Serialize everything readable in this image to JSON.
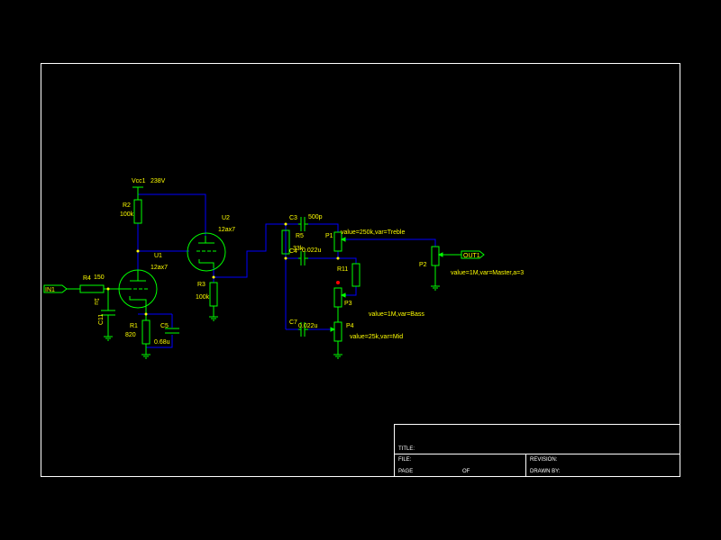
{
  "colors": {
    "background": "#000000",
    "border": "#ffffff",
    "component": "#00ff00",
    "label": "#ffff00",
    "wire": "#0000ff",
    "junction": "#ffff00",
    "marker": "#ff0000"
  },
  "components": {
    "vcc": {
      "ref": "Vcc1",
      "value": "238V"
    },
    "r2": {
      "ref": "R2",
      "value": "100k"
    },
    "u2": {
      "ref": "U2",
      "value": "12ax7"
    },
    "u1": {
      "ref": "U1",
      "value": "12ax7"
    },
    "r4": {
      "ref": "R4",
      "value": "150"
    },
    "c11": {
      "ref": "C11",
      "value": "1u"
    },
    "r1": {
      "ref": "R1",
      "value": "820"
    },
    "c5": {
      "ref": "C5",
      "value": "0.68u"
    },
    "r3": {
      "ref": "R3",
      "value": "100k"
    },
    "c3": {
      "ref": "C3",
      "value": "500p"
    },
    "r5": {
      "ref": "R5",
      "value": "33k"
    },
    "c4": {
      "ref": "C4",
      "value": "0.022u"
    },
    "p1": {
      "ref": "P1",
      "value": "value=250k,var=Treble"
    },
    "r11": {
      "ref": "R11"
    },
    "p3": {
      "ref": "P3",
      "value": "value=1M,var=Bass"
    },
    "c7": {
      "ref": "C7",
      "value": "0.022u"
    },
    "p4": {
      "ref": "P4",
      "value": "value=25k,var=Mid"
    },
    "p2": {
      "ref": "P2",
      "value": "value=1M,var=Master,a=3"
    }
  },
  "ports": {
    "in": "IN1",
    "out": "OUT1"
  },
  "title_block": {
    "title": "TITLE:",
    "file": "FILE:",
    "revision": "REVISION:",
    "page": "PAGE",
    "of": "OF",
    "drawn_by": "DRAWN BY:"
  }
}
